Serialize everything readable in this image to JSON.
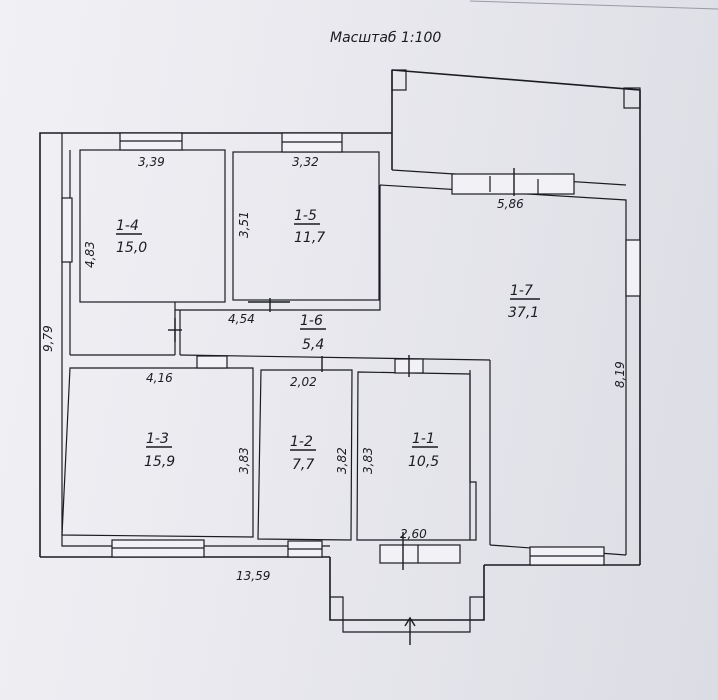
{
  "scale_label": "Масштаб 1:100",
  "rooms": [
    {
      "id": "1-1",
      "area": "10,5"
    },
    {
      "id": "1-2",
      "area": "7,7"
    },
    {
      "id": "1-3",
      "area": "15,9"
    },
    {
      "id": "1-4",
      "area": "15,0"
    },
    {
      "id": "1-5",
      "area": "11,7"
    },
    {
      "id": "1-6",
      "area": "5,4"
    },
    {
      "id": "1-7",
      "area": "37,1"
    }
  ],
  "dimensions": {
    "room_1_4_width": "3,39",
    "room_1_4_depth": "4,83",
    "room_1_5_width": "3,32",
    "room_1_5_depth": "3,51",
    "room_1_6_width": "4,54",
    "room_1_3_width": "4,16",
    "room_1_3_depth": "3,83",
    "room_1_2_width": "2,02",
    "room_1_2_depth": "3,82",
    "room_1_1_depth": "3,83",
    "room_1_1_width": "2,60",
    "room_1_7_width": "5,86",
    "room_1_7_depth": "8,19",
    "total_depth": "9,79",
    "total_width": "13,59"
  }
}
